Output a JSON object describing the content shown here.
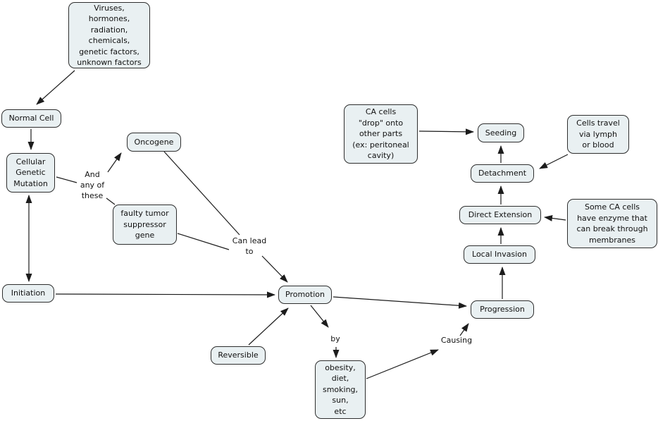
{
  "colors": {
    "background": "#ffffff",
    "node_fill": "#e9f0f2",
    "node_border": "#2e2e2e",
    "line": "#1c1c1c",
    "text": "#111111"
  },
  "nodes": {
    "factors": {
      "label": "Viruses,\nhormones,\nradiation,\nchemicals,\ngenetic factors,\nunknown factors"
    },
    "normal_cell": {
      "label": "Normal Cell"
    },
    "cellular_genetic_mutation": {
      "label": "Cellular\nGenetic\nMutation"
    },
    "oncogene": {
      "label": "Oncogene"
    },
    "faulty_tumor_suppressor": {
      "label": "faulty tumor\nsuppressor\ngene"
    },
    "initiation": {
      "label": "Initiation"
    },
    "promotion": {
      "label": "Promotion"
    },
    "reversible": {
      "label": "Reversible"
    },
    "promoters": {
      "label": "obesity,\ndiet,\nsmoking,\nsun,\netc"
    },
    "progression": {
      "label": "Progression"
    },
    "local_invasion": {
      "label": "Local Invasion"
    },
    "direct_extension": {
      "label": "Direct Extension"
    },
    "detachment": {
      "label": "Detachment"
    },
    "seeding": {
      "label": "Seeding"
    },
    "ca_cells_drop": {
      "label": "CA cells\n\"drop\" onto\nother parts\n(ex: peritoneal\ncavity)"
    },
    "cells_travel": {
      "label": "Cells travel\nvia lymph\nor blood"
    },
    "enzyme": {
      "label": "Some CA cells\nhave enzyme that\ncan break through\nmembranes"
    }
  },
  "edge_labels": {
    "and_any_of_these": "And\nany of\nthese",
    "can_lead_to": "Can lead\nto",
    "by": "by",
    "causing": "Causing"
  }
}
